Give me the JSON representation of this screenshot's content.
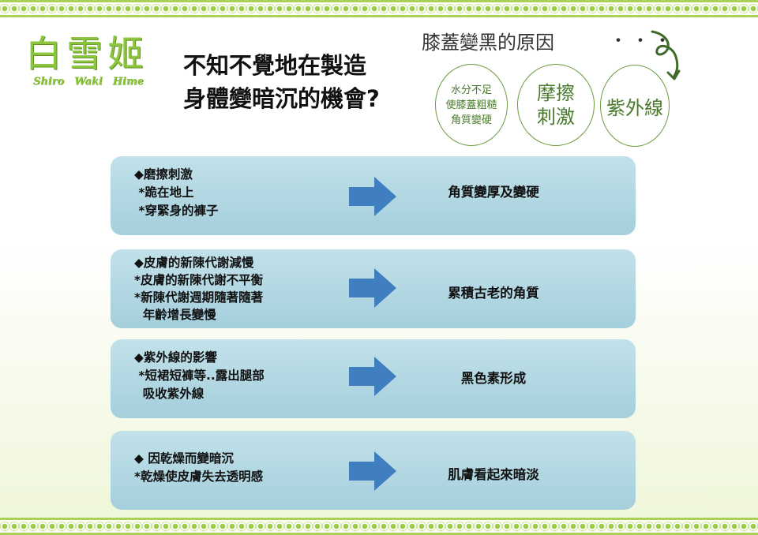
{
  "logo": {
    "title": "白雪姬",
    "sub": [
      "Shiro",
      "Waki",
      "Hime"
    ]
  },
  "headline": {
    "line1": "不知不覺地在製造",
    "line2": "身體變暗沉的機會?"
  },
  "causes_header": {
    "title": "膝蓋變黑的原因",
    "dots": "・・・",
    "circles": [
      [
        "水分不足",
        "使膝蓋粗糙",
        "角質變硬"
      ],
      [
        "摩擦",
        "刺激"
      ],
      [
        "紫外線"
      ]
    ]
  },
  "rows": [
    {
      "lines": [
        "◆磨擦刺激",
        " *跪在地上",
        " *穿緊身的褲子"
      ],
      "result": "角質變厚及變硬"
    },
    {
      "lines": [
        "◆皮膚的新陳代謝減慢",
        "*皮膚的新陳代謝不平衡",
        "*新陳代謝週期隨著隨著",
        "  年齡增長變慢"
      ],
      "result": "累積古老的角質"
    },
    {
      "lines": [
        "◆紫外線的影響",
        " *短裙短褲等..露出腿部",
        "  吸收紫外線"
      ],
      "result": "黑色素形成"
    },
    {
      "lines": [
        "◆ 因乾燥而變暗沉",
        "*乾燥使皮膚失去透明感"
      ],
      "result": "肌膚看起來暗淡"
    }
  ],
  "colors": {
    "row_fill": "#a4cfdc",
    "arrow": "#3f7fc0",
    "brand_green": "#8cc63e",
    "circle_text": "#4a7b2c"
  }
}
